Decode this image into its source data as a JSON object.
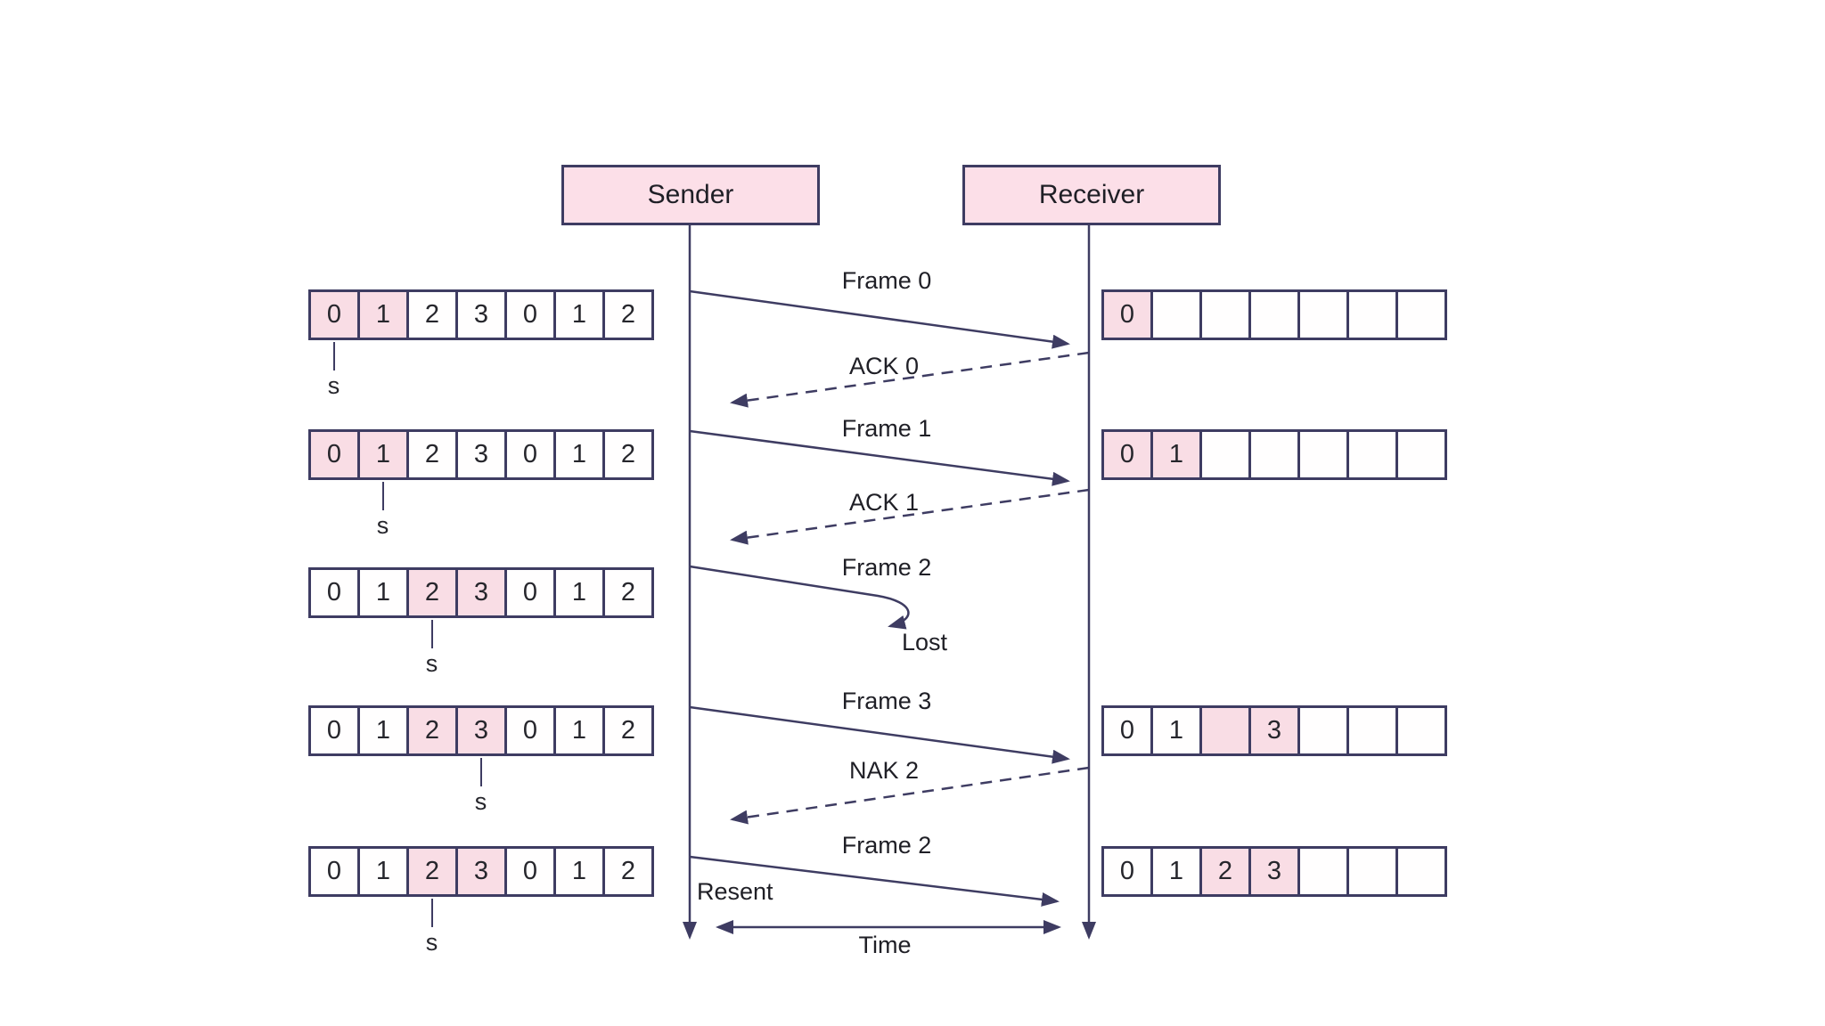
{
  "colors": {
    "line": "#3e3c62",
    "box_fill": "#fcdfe8",
    "cell_highlight": "#f9dde5",
    "text": "#1f1f26",
    "background": "#ffffff"
  },
  "actors": {
    "sender": "Sender",
    "receiver": "Receiver"
  },
  "labels": {
    "lost": "Lost",
    "resent": "Resent",
    "time": "Time",
    "window_pointer": "s"
  },
  "messages": [
    {
      "name": "frame0",
      "label": "Frame 0",
      "type": "frame",
      "direction": "sender-to-receiver"
    },
    {
      "name": "ack0",
      "label": "ACK 0",
      "type": "ack",
      "direction": "receiver-to-sender"
    },
    {
      "name": "frame1",
      "label": "Frame 1",
      "type": "frame",
      "direction": "sender-to-receiver"
    },
    {
      "name": "ack1",
      "label": "ACK 1",
      "type": "ack",
      "direction": "receiver-to-sender"
    },
    {
      "name": "frame2",
      "label": "Frame 2",
      "type": "frame-lost",
      "direction": "sender-to-receiver"
    },
    {
      "name": "frame3",
      "label": "Frame 3",
      "type": "frame",
      "direction": "sender-to-receiver"
    },
    {
      "name": "nak2",
      "label": "NAK 2",
      "type": "nak",
      "direction": "receiver-to-sender"
    },
    {
      "name": "frame2_resent",
      "label": "Frame 2",
      "type": "frame",
      "direction": "sender-to-receiver"
    }
  ],
  "sender_windows": [
    {
      "cells": [
        "0",
        "1",
        "2",
        "3",
        "0",
        "1",
        "2"
      ],
      "highlighted": [
        0,
        1
      ],
      "pointer_index": 0
    },
    {
      "cells": [
        "0",
        "1",
        "2",
        "3",
        "0",
        "1",
        "2"
      ],
      "highlighted": [
        0,
        1
      ],
      "pointer_index": 1
    },
    {
      "cells": [
        "0",
        "1",
        "2",
        "3",
        "0",
        "1",
        "2"
      ],
      "highlighted": [
        2,
        3
      ],
      "pointer_index": 2
    },
    {
      "cells": [
        "0",
        "1",
        "2",
        "3",
        "0",
        "1",
        "2"
      ],
      "highlighted": [
        2,
        3
      ],
      "pointer_index": 3
    },
    {
      "cells": [
        "0",
        "1",
        "2",
        "3",
        "0",
        "1",
        "2"
      ],
      "highlighted": [
        2,
        3
      ],
      "pointer_index": 2
    }
  ],
  "receiver_windows": [
    {
      "row": 0,
      "cells": [
        "0",
        "",
        "",
        "",
        "",
        "",
        ""
      ],
      "highlighted": [
        0
      ]
    },
    {
      "row": 1,
      "cells": [
        "0",
        "1",
        "",
        "",
        "",
        "",
        ""
      ],
      "highlighted": [
        0,
        1
      ]
    },
    {
      "row": 3,
      "cells": [
        "0",
        "1",
        "",
        "3",
        "",
        "",
        ""
      ],
      "highlighted": [
        2,
        3
      ]
    },
    {
      "row": 4,
      "cells": [
        "0",
        "1",
        "2",
        "3",
        "",
        "",
        ""
      ],
      "highlighted": [
        2,
        3
      ]
    }
  ]
}
